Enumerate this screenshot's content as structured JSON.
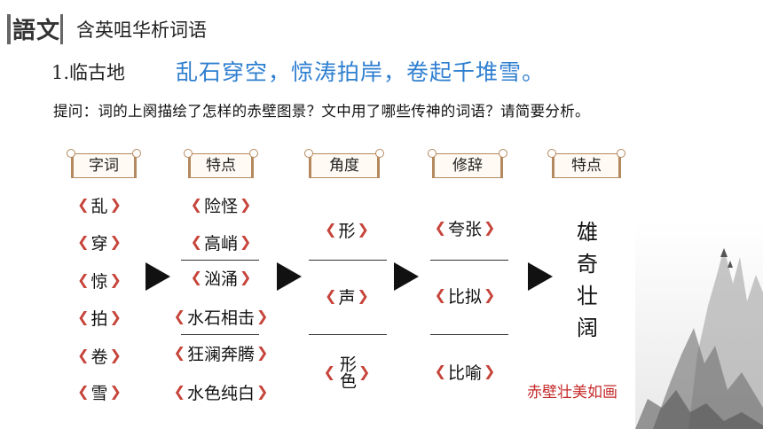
{
  "header": {
    "logo_text": "語文",
    "title": "含英咀华析词语"
  },
  "section": {
    "number_title": "1.临古地",
    "quote": "乱石穿空，惊涛拍岸，卷起千堆雪。"
  },
  "question": "提问：词的上阕描绘了怎样的赤壁图景？文中用了哪些传神的词语？请简要分析。",
  "columns": {
    "words": {
      "header": "字词",
      "items": [
        "乱",
        "穿",
        "惊",
        "拍",
        "卷",
        "雪"
      ]
    },
    "features": {
      "header": "特点",
      "items": [
        "险怪",
        "高峭",
        "汹涌",
        "水石相击",
        "狂澜奔腾",
        "水色纯白"
      ]
    },
    "angle": {
      "header": "角度",
      "items": [
        "形",
        "声",
        "形色"
      ]
    },
    "rhetoric": {
      "header": "修辞",
      "items": [
        "夸张",
        "比拟",
        "比喻"
      ]
    },
    "summary": {
      "header": "特点",
      "result_chars": [
        "雄",
        "奇",
        "壮",
        "阔"
      ]
    }
  },
  "caption": "赤壁壮美如画",
  "colors": {
    "quote": "#2f7fd0",
    "ornament": "#c6443a",
    "caption": "#c62a2a",
    "header_border": "#b5895f"
  },
  "icons": [
    "arrow-right-icon",
    "ornament-bracket-icon",
    "landscape-painting"
  ]
}
